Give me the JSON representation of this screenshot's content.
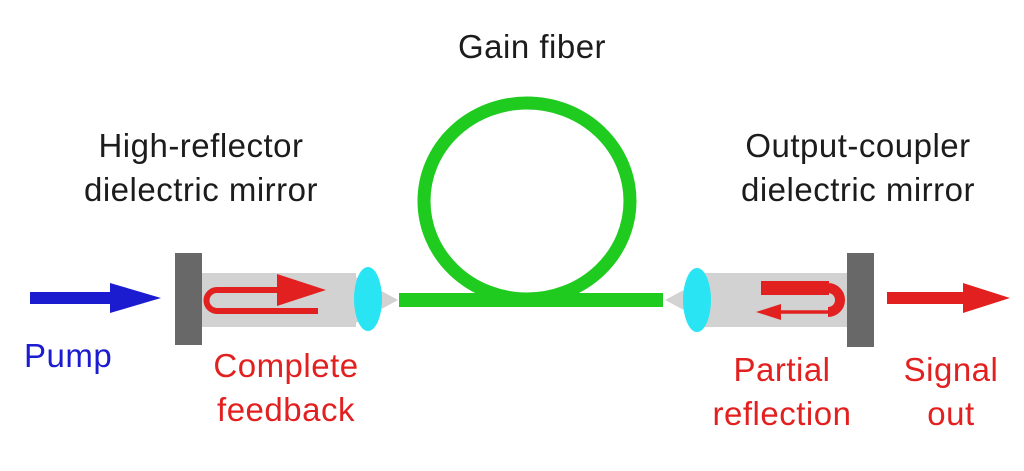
{
  "figure": {
    "type": "optics-diagram",
    "subject": "Fiber laser cavity with pump input, gain fiber loop, high-reflector mirror and output-coupler mirror"
  },
  "labels": {
    "gain_fiber": "Gain fiber",
    "high_reflector_line1": "High-reflector",
    "high_reflector_line2": "dielectric mirror",
    "output_coupler_line1": "Output-coupler",
    "output_coupler_line2": "dielectric mirror",
    "pump": "Pump",
    "complete_feedback_line1": "Complete",
    "complete_feedback_line2": "feedback",
    "partial_reflection_line1": "Partial",
    "partial_reflection_line2": "reflection",
    "signal_out_line1": "Signal",
    "signal_out_line2": "out"
  },
  "components": {
    "pump_arrow": "blue arrow entering from left",
    "gain_fiber_loop": "green fiber coil above green fiber line",
    "left_mirror": "high-reflector dielectric mirror (dark gray slab)",
    "right_mirror": "output-coupler dielectric mirror (dark gray slab)",
    "left_collimator": "gray collimator body with cyan lens",
    "right_collimator": "gray collimator body with cyan lens",
    "complete_feedback_arrow": "red u-turn arrow, full reflection to the right",
    "partial_reflection_arrow": "thick red beam with thin reflected return arrow",
    "signal_out_arrow": "red arrow exiting to the right"
  },
  "colors": {
    "pump_blue": "#1b1bd0",
    "fiber_green": "#1ecb1e",
    "signal_red": "#e32020",
    "mirror_gray": "#686868",
    "body_gray": "#d2d2d2",
    "lens_cyan": "#29e4f2",
    "text_black": "#1c1c1c",
    "background": "#ffffff"
  }
}
